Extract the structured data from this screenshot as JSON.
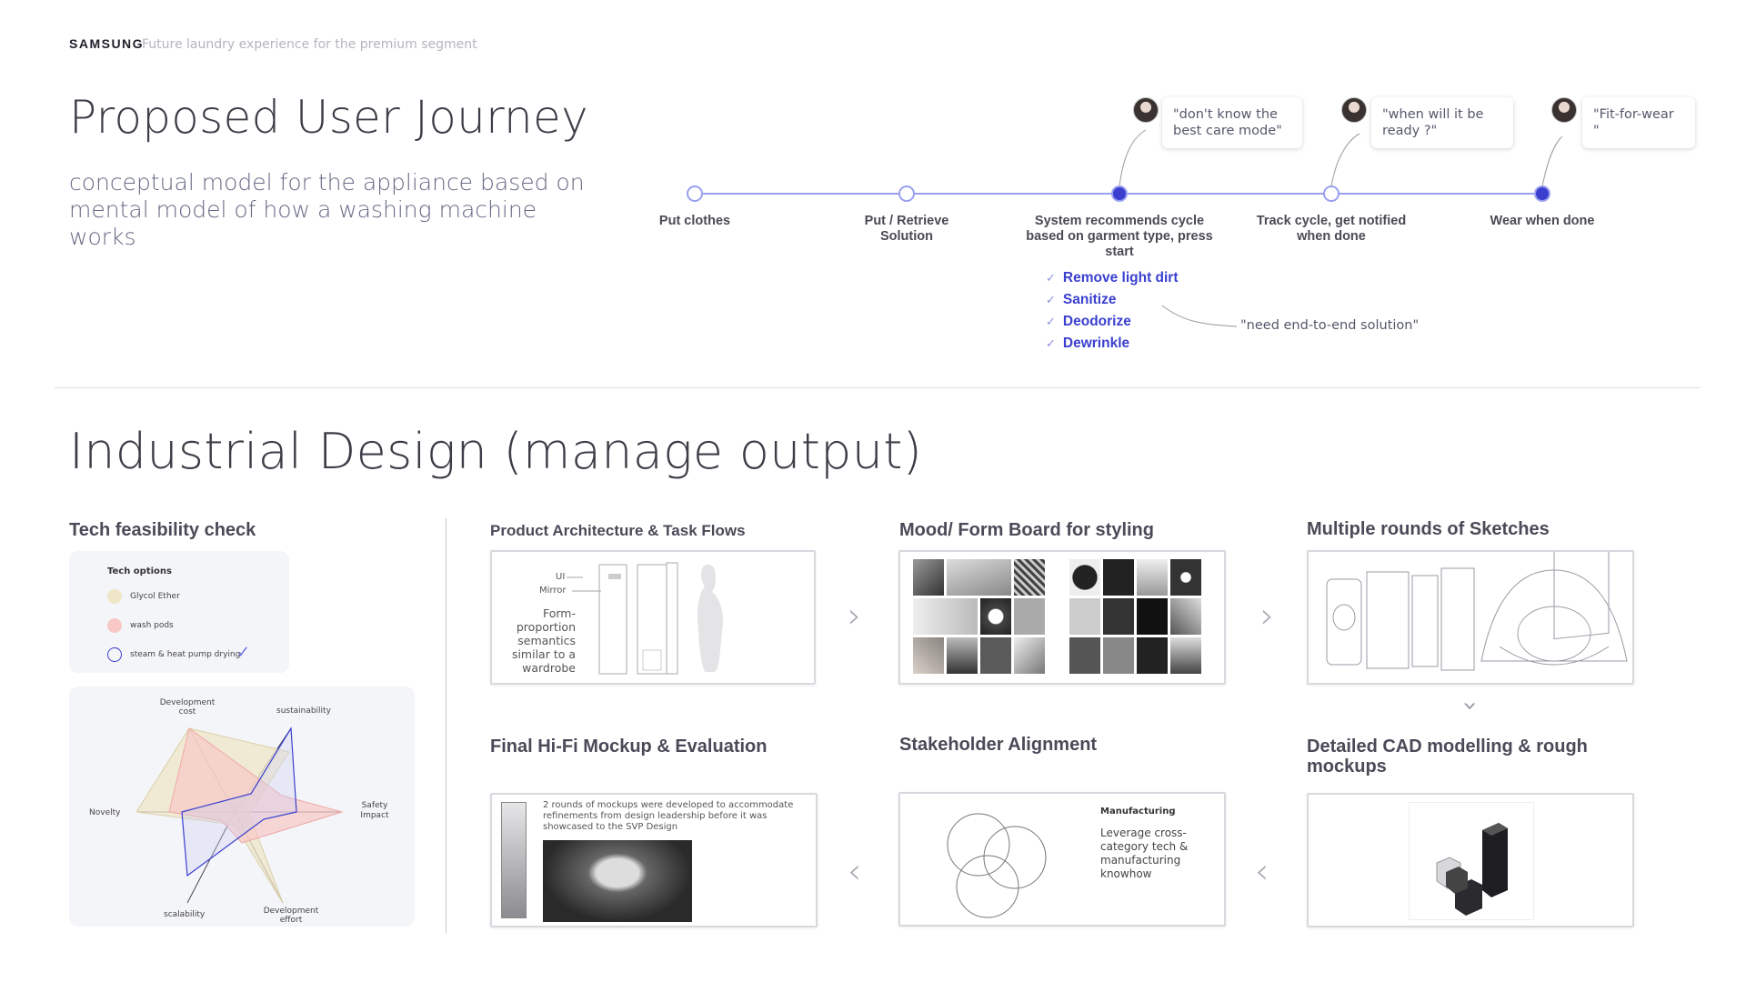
{
  "header": {
    "brand": "SAMSUNG",
    "tagline": "Future laundry experience for the premium segment"
  },
  "journey": {
    "title": "Proposed User Journey",
    "subtitle": "conceptual model for the appliance based on mental model of how a washing machine works",
    "steps": [
      {
        "label": "Put clothes"
      },
      {
        "label": "Put / Retrieve Solution"
      },
      {
        "label": "System recommends cycle based on garment type, press start"
      },
      {
        "label": "Track cycle, get notified when done"
      },
      {
        "label": "Wear when done"
      }
    ],
    "options": [
      "Remove light dirt",
      "Sanitize",
      "Deodorize",
      "Dewrinkle"
    ],
    "quotes": [
      "\"don't  know the best care mode\"",
      "\"when will it be ready ?\"",
      "\"Fit-for-wear \""
    ],
    "side_quote": "\"need end-to-end solution\"",
    "colors": {
      "accent": "#3a3fcf",
      "line": "#9aa0f0"
    }
  },
  "design": {
    "title": "Industrial Design (manage output)",
    "tech": {
      "title": "Tech feasibility check",
      "options_title": "Tech options",
      "options": [
        {
          "label": "Glycol Ether",
          "color": "#efe6c8"
        },
        {
          "label": "wash pods",
          "color": "#f7c8c6"
        },
        {
          "label": "steam & heat pump drying",
          "color": "#3a3fcf"
        }
      ],
      "radar_axes": [
        "Development cost",
        "sustainability",
        "Safety Impact",
        "Development effort",
        "scalability",
        "Novelty"
      ]
    },
    "architecture": {
      "title": "Product Architecture & Task Flows",
      "ui_label": "UI",
      "mirror_label": "Mirror",
      "note": "Form-proportion semantics similar to a wardrobe"
    },
    "mood": {
      "title": "Mood/ Form Board for styling"
    },
    "sketches": {
      "title": "Multiple rounds of Sketches"
    },
    "mockup": {
      "title": "Final Hi-Fi Mockup & Evaluation",
      "note": "2 rounds of mockups were developed to accommodate refinements from  design leadership before it was showcased to the SVP Design"
    },
    "stakeholder": {
      "title": "Stakeholder Alignment",
      "label": "Manufacturing",
      "note": "Leverage cross-category tech & manufacturing knowhow"
    },
    "cad": {
      "title": "Detailed CAD modelling & rough mockups"
    }
  }
}
